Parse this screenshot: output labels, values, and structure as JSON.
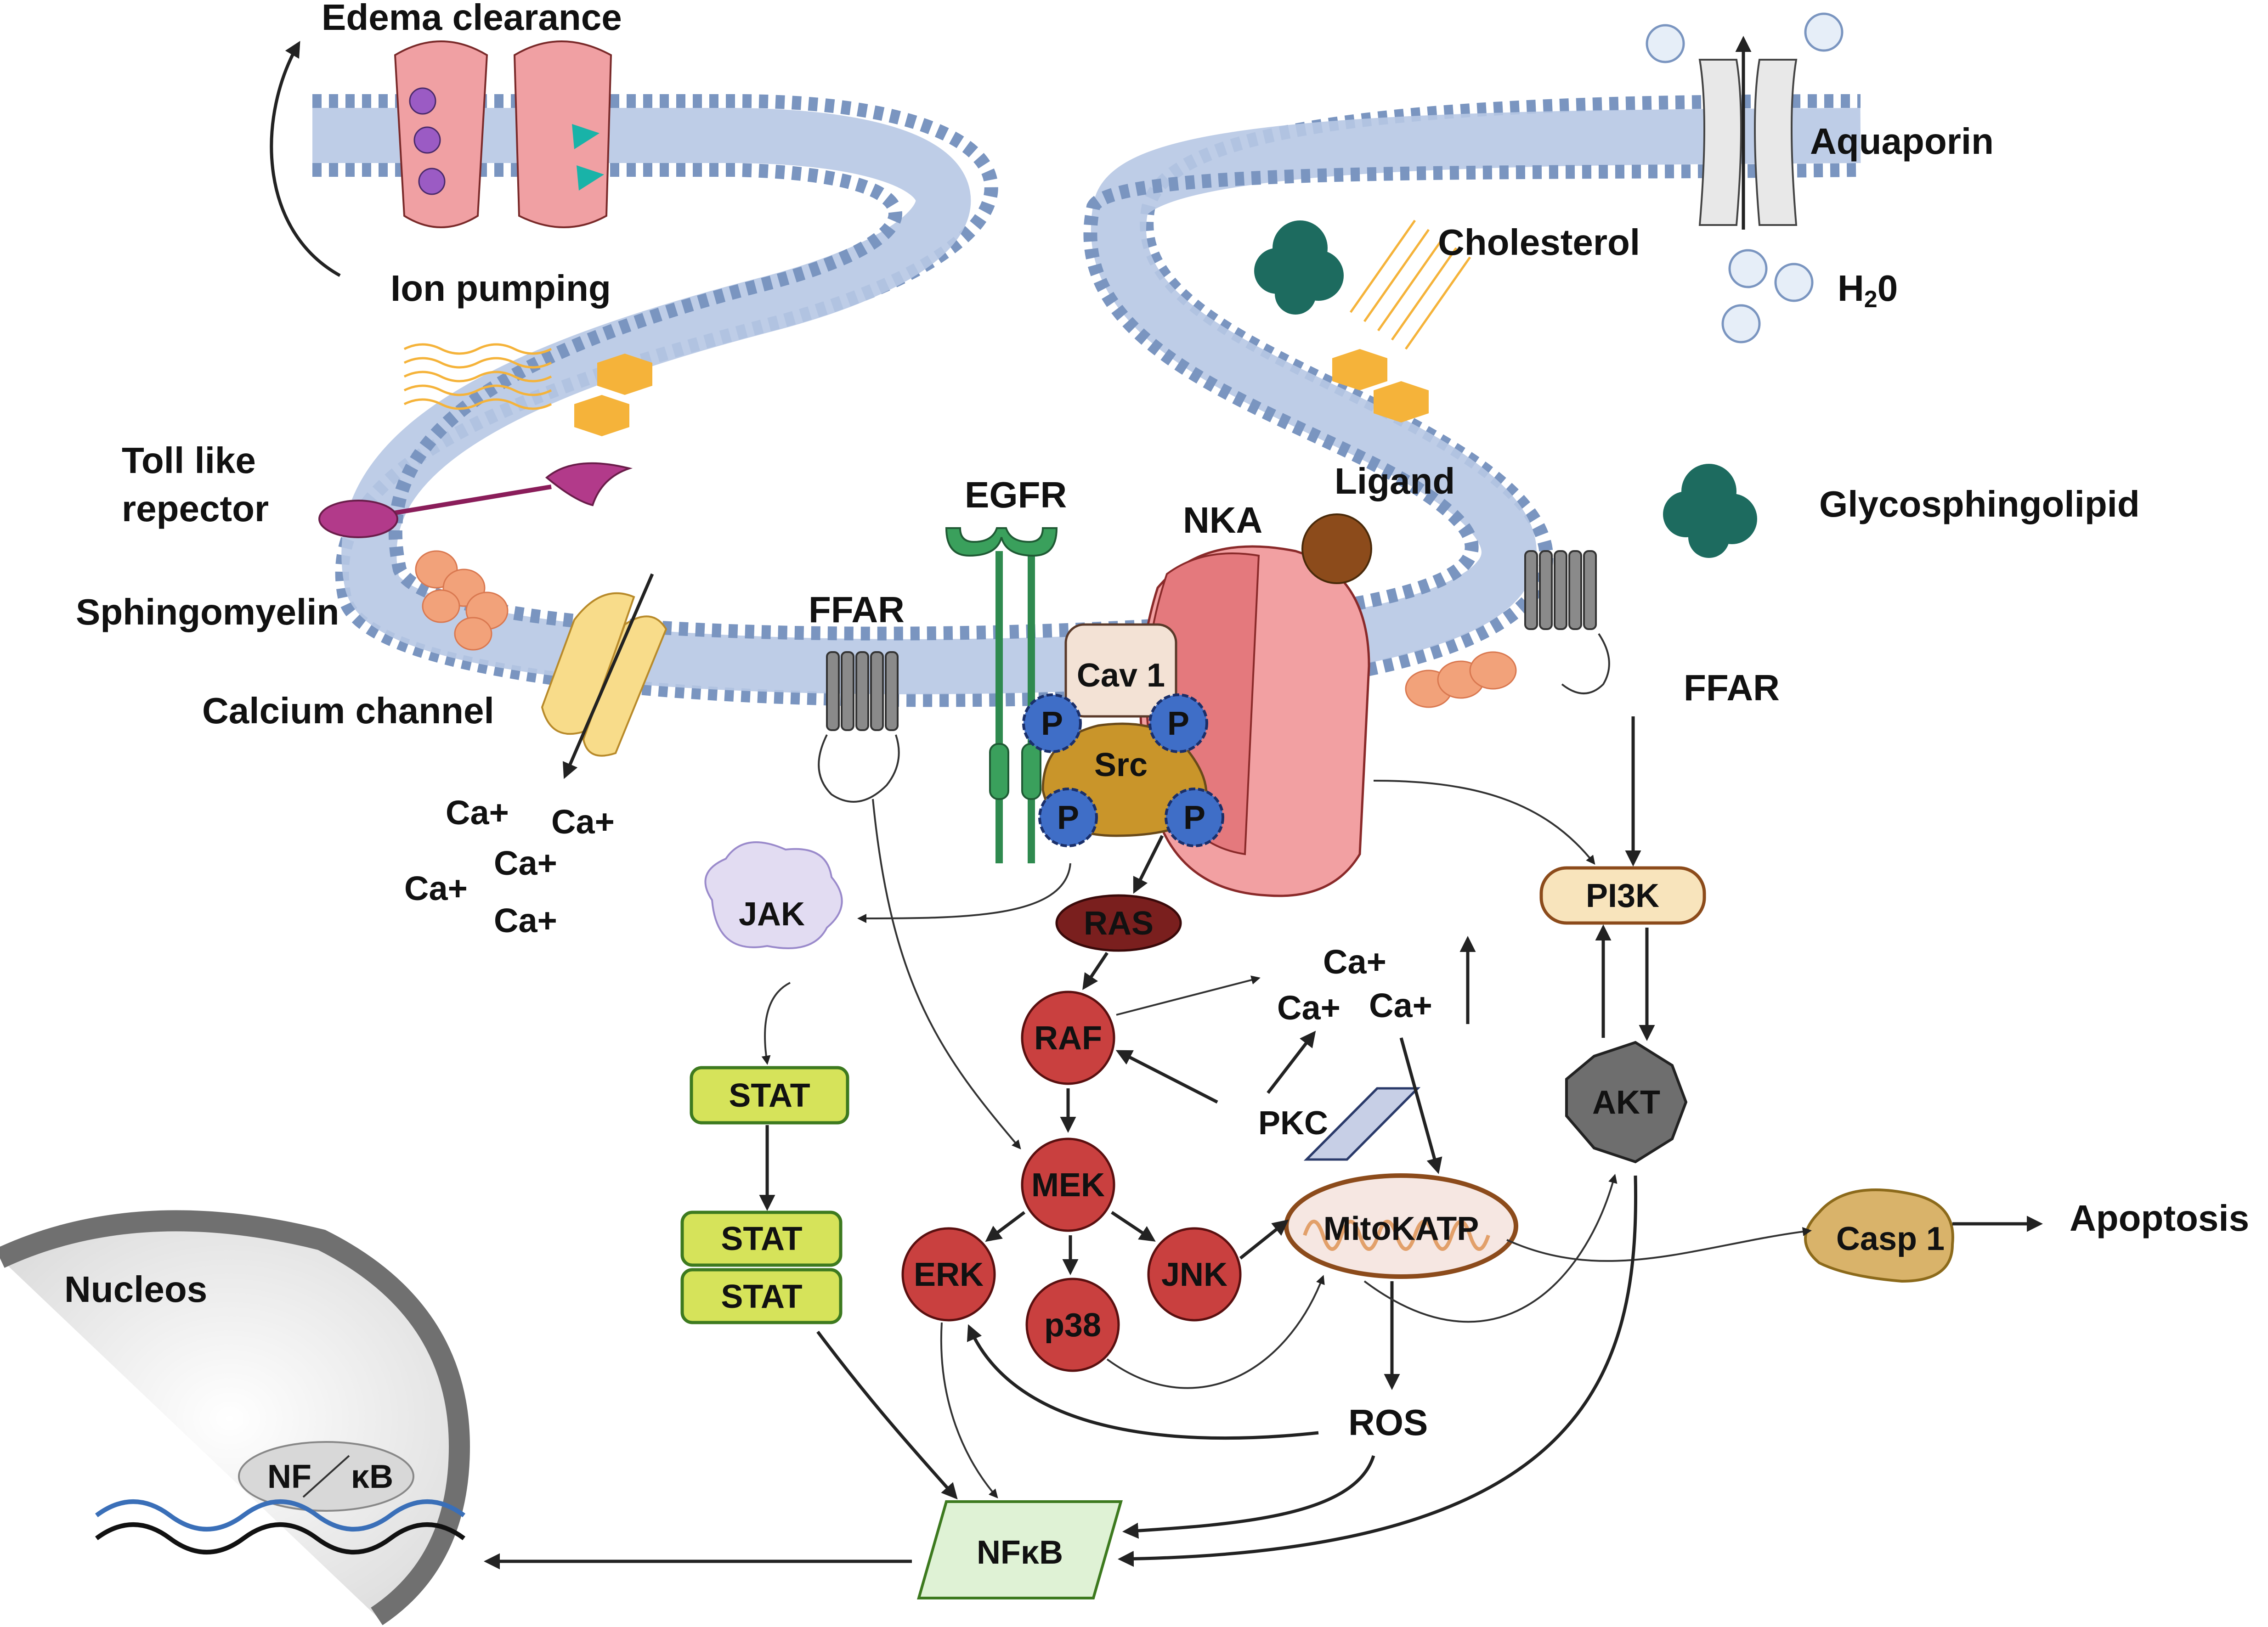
{
  "labels": {
    "edema": "Edema clearance",
    "ion_pumping": "Ion pumping",
    "toll_like": "Toll like",
    "repector": "repector",
    "sphingomyelin": "Sphingomyelin",
    "calcium_channel": "Calcium channel",
    "egfr": "EGFR",
    "ffar_left": "FFAR",
    "nka": "NKA",
    "ligand": "Ligand",
    "cholesterol": "Cholesterol",
    "aquaporin": "Aquaporin",
    "h2o_main": "H",
    "h2o_sub": "2",
    "h2o_tail": "0",
    "glycosphingolipid": "Glycosphingolipid",
    "ffar_right": "FFAR",
    "nucleos": "Nucleos",
    "apoptosis": "Apoptosis",
    "ros": "ROS",
    "ca_left": [
      "Ca+",
      "Ca+",
      "Ca+",
      "Ca+",
      "Ca+"
    ],
    "ca_mid": [
      "Ca+",
      "Ca+",
      "Ca+"
    ]
  },
  "nodes": {
    "cav1": "Cav 1",
    "src": "Src",
    "p": "P",
    "jak": "JAK",
    "ras": "RAS",
    "raf": "RAF",
    "mek": "MEK",
    "erk": "ERK",
    "p38": "p38",
    "jnk": "JNK",
    "pkc": "PKC",
    "stat1": "STAT",
    "stat2": "STAT",
    "stat3": "STAT",
    "mitokatp": "MitoKATP",
    "pi3k": "PI3K",
    "akt": "AKT",
    "casp1": "Casp 1",
    "nfkb": "NFκB",
    "nfkb_nucleus_left": "NF",
    "nfkb_nucleus_right": "κB"
  },
  "colors": {
    "membrane_head": "#7a95c0",
    "membrane_tail": "#b7c8e4",
    "mapk_red": "#c9403f",
    "ras_dark": "#7a1f1e",
    "stat_green": "#d6e35a",
    "stat_border": "#3d7a1f",
    "pi3k_fill": "#f8e4bc",
    "akt_gray": "#6e6e6e",
    "casp_gold": "#d9b36a",
    "jak_lav": "#e2dcf2",
    "pkc_blue": "#c7cfe6",
    "nfkb_green": "#dff2d5",
    "nka_pink": "#e98b8f",
    "src_gold": "#c9952a",
    "egfr_green": "#2f8a4f",
    "p_blue": "#3f6ec7",
    "teal_protein": "#1d6b5f",
    "lipid_orange": "#f5b33a",
    "dna_blue": "#3a6fb8"
  }
}
